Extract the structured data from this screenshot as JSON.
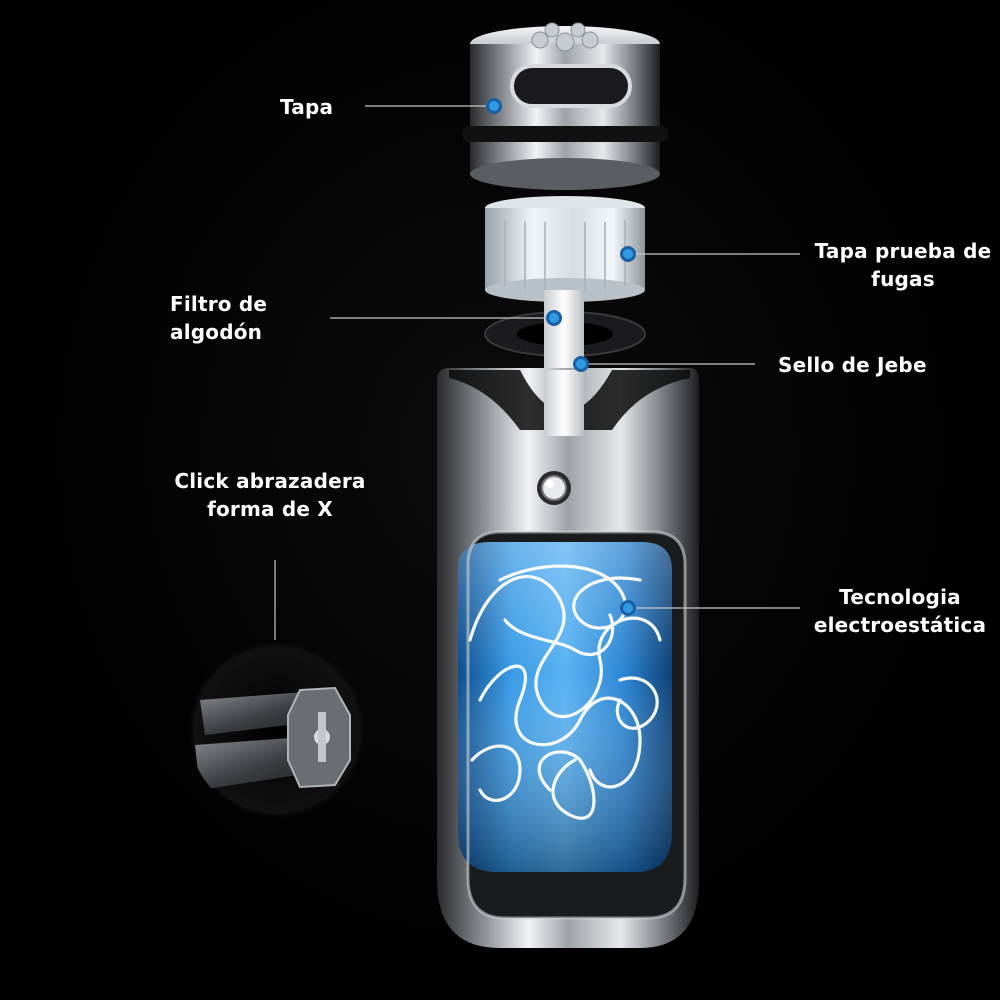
{
  "labels": {
    "tapa": "Tapa",
    "tapa_prueba_line1": "Tapa prueba de",
    "tapa_prueba_line2": "fugas",
    "filtro_line1": "Filtro de",
    "filtro_line2": "algodón",
    "sello": "Sello de Jebe",
    "click_line1": "Click abrazadera",
    "click_line2": "forma de X",
    "tecnologia_line1": "Tecnologia",
    "tecnologia_line2": "electroestática"
  },
  "colors": {
    "background": "#000000",
    "text": "#ffffff",
    "leader_line": "#c8c8c8",
    "marker_dot": "#2f9be0",
    "liquid_blue": "#2e86d4",
    "metal": "#bfc3c8"
  }
}
